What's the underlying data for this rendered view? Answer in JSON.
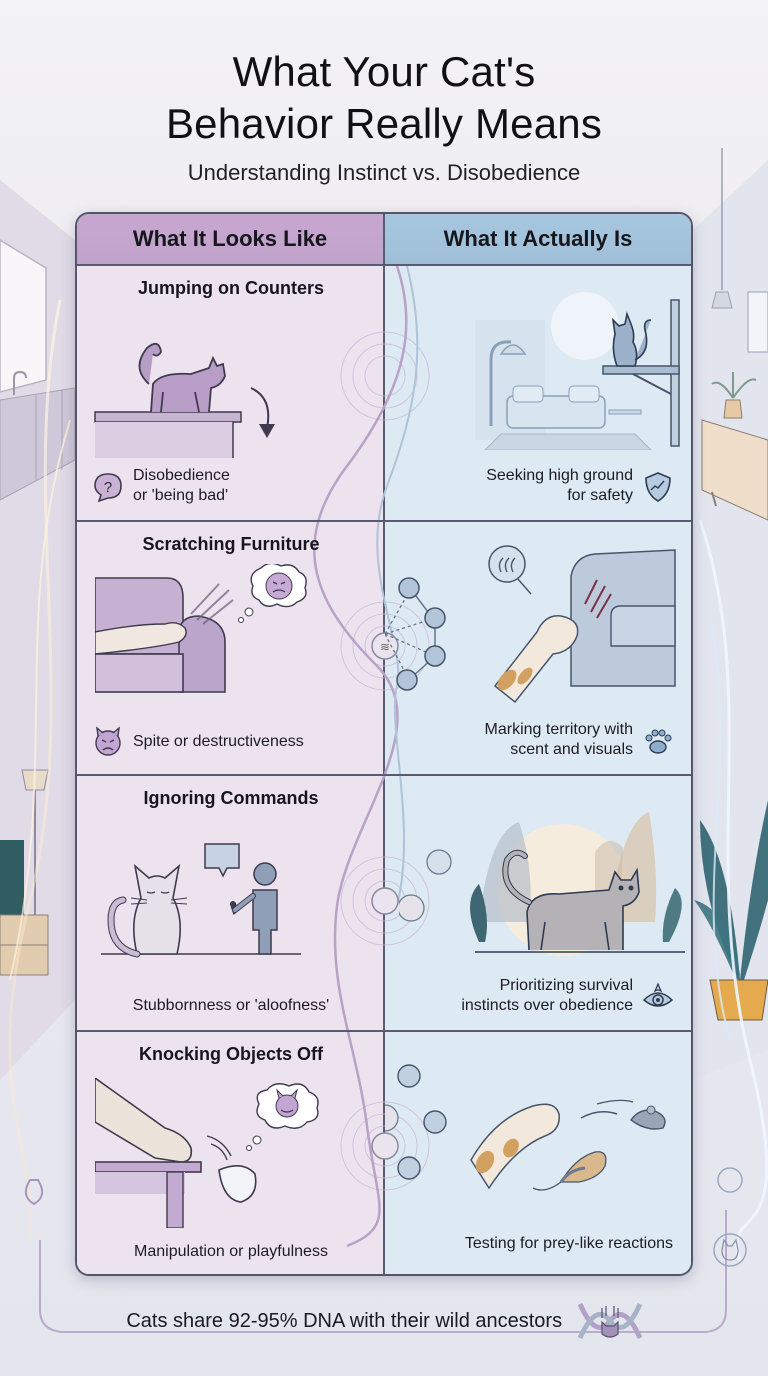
{
  "header": {
    "title_line1": "What Your Cat's",
    "title_line2": "Behavior Really Means",
    "subtitle": "Understanding Instinct vs. Disobedience"
  },
  "table": {
    "columns": [
      {
        "label": "What It Looks Like",
        "color": "#c4a5cd"
      },
      {
        "label": "What It Actually Is",
        "color": "#a3c2dc"
      }
    ],
    "rows": [
      {
        "behavior": "Jumping on Counters",
        "looks_like": "Disobedience\nor 'being bad'",
        "looks_like_line1": "Disobedience",
        "looks_like_line2": "or 'being bad'",
        "looks_like_icon": "question-bubble-icon",
        "actually_line1": "Seeking high ground",
        "actually_line2": "for safety",
        "actually_icon": "shield-icon"
      },
      {
        "behavior": "Scratching Furniture",
        "looks_like_line1": "Spite or destructiveness",
        "looks_like_icon": "devil-face-icon",
        "actually_line1": "Marking territory with",
        "actually_line2": "scent and visuals",
        "actually_icon": "paw-print-icon"
      },
      {
        "behavior": "Ignoring Commands",
        "looks_like_line1": "Stubbornness or 'aloofness'",
        "actually_line1": "Prioritizing survival",
        "actually_line2": "instincts over obedience",
        "actually_icon": "eye-icon"
      },
      {
        "behavior": "Knocking Objects Off",
        "looks_like_line1": "Manipulation or playfulness",
        "actually_line1": "Testing for prey-like reactions"
      }
    ]
  },
  "footer": {
    "text": "Cats share 92-95% DNA with their wild ancestors",
    "icon": "dna-cat-icon"
  },
  "colors": {
    "left_column_bg": "#ece3ef",
    "right_column_bg": "#dde9f3",
    "border": "#5a5b70",
    "purple_accent": "#b79ac4",
    "blue_accent": "#8fa9c4"
  }
}
